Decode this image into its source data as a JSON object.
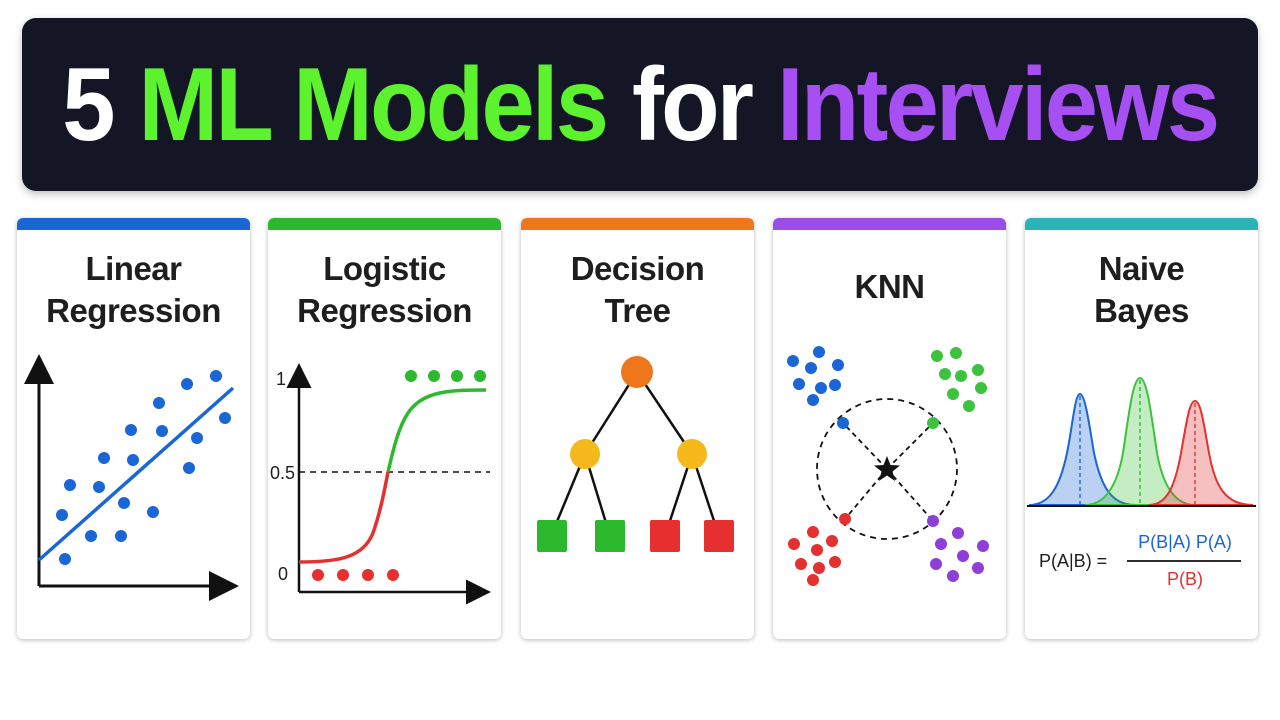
{
  "banner": {
    "number": "5",
    "highlight": "ML Models",
    "connector": "for",
    "topic": "Interviews"
  },
  "colors": {
    "banner_bg": "#141625",
    "green": "#5cf22e",
    "purple": "#a64ff2",
    "blue": "#1a66d6",
    "orange": "#f0761c",
    "teal": "#2bb3b8"
  },
  "cards": [
    {
      "line1": "Linear",
      "line2": "Regression",
      "accent": "#1a66d6"
    },
    {
      "line1": "Logistic",
      "line2": "Regression",
      "accent": "#2db82d",
      "axis_top": "1",
      "axis_mid": "0.5",
      "axis_bottom": "0"
    },
    {
      "line1": "Decision",
      "line2": "Tree",
      "accent": "#f0761c"
    },
    {
      "line1": "KNN",
      "accent": "#9b4de8"
    },
    {
      "line1": "Naive",
      "line2": "Bayes",
      "accent": "#2bb3b8",
      "formula_left": "P(A|B) =",
      "formula_num": "P(B|A) P(A)",
      "formula_den": "P(B)"
    }
  ]
}
